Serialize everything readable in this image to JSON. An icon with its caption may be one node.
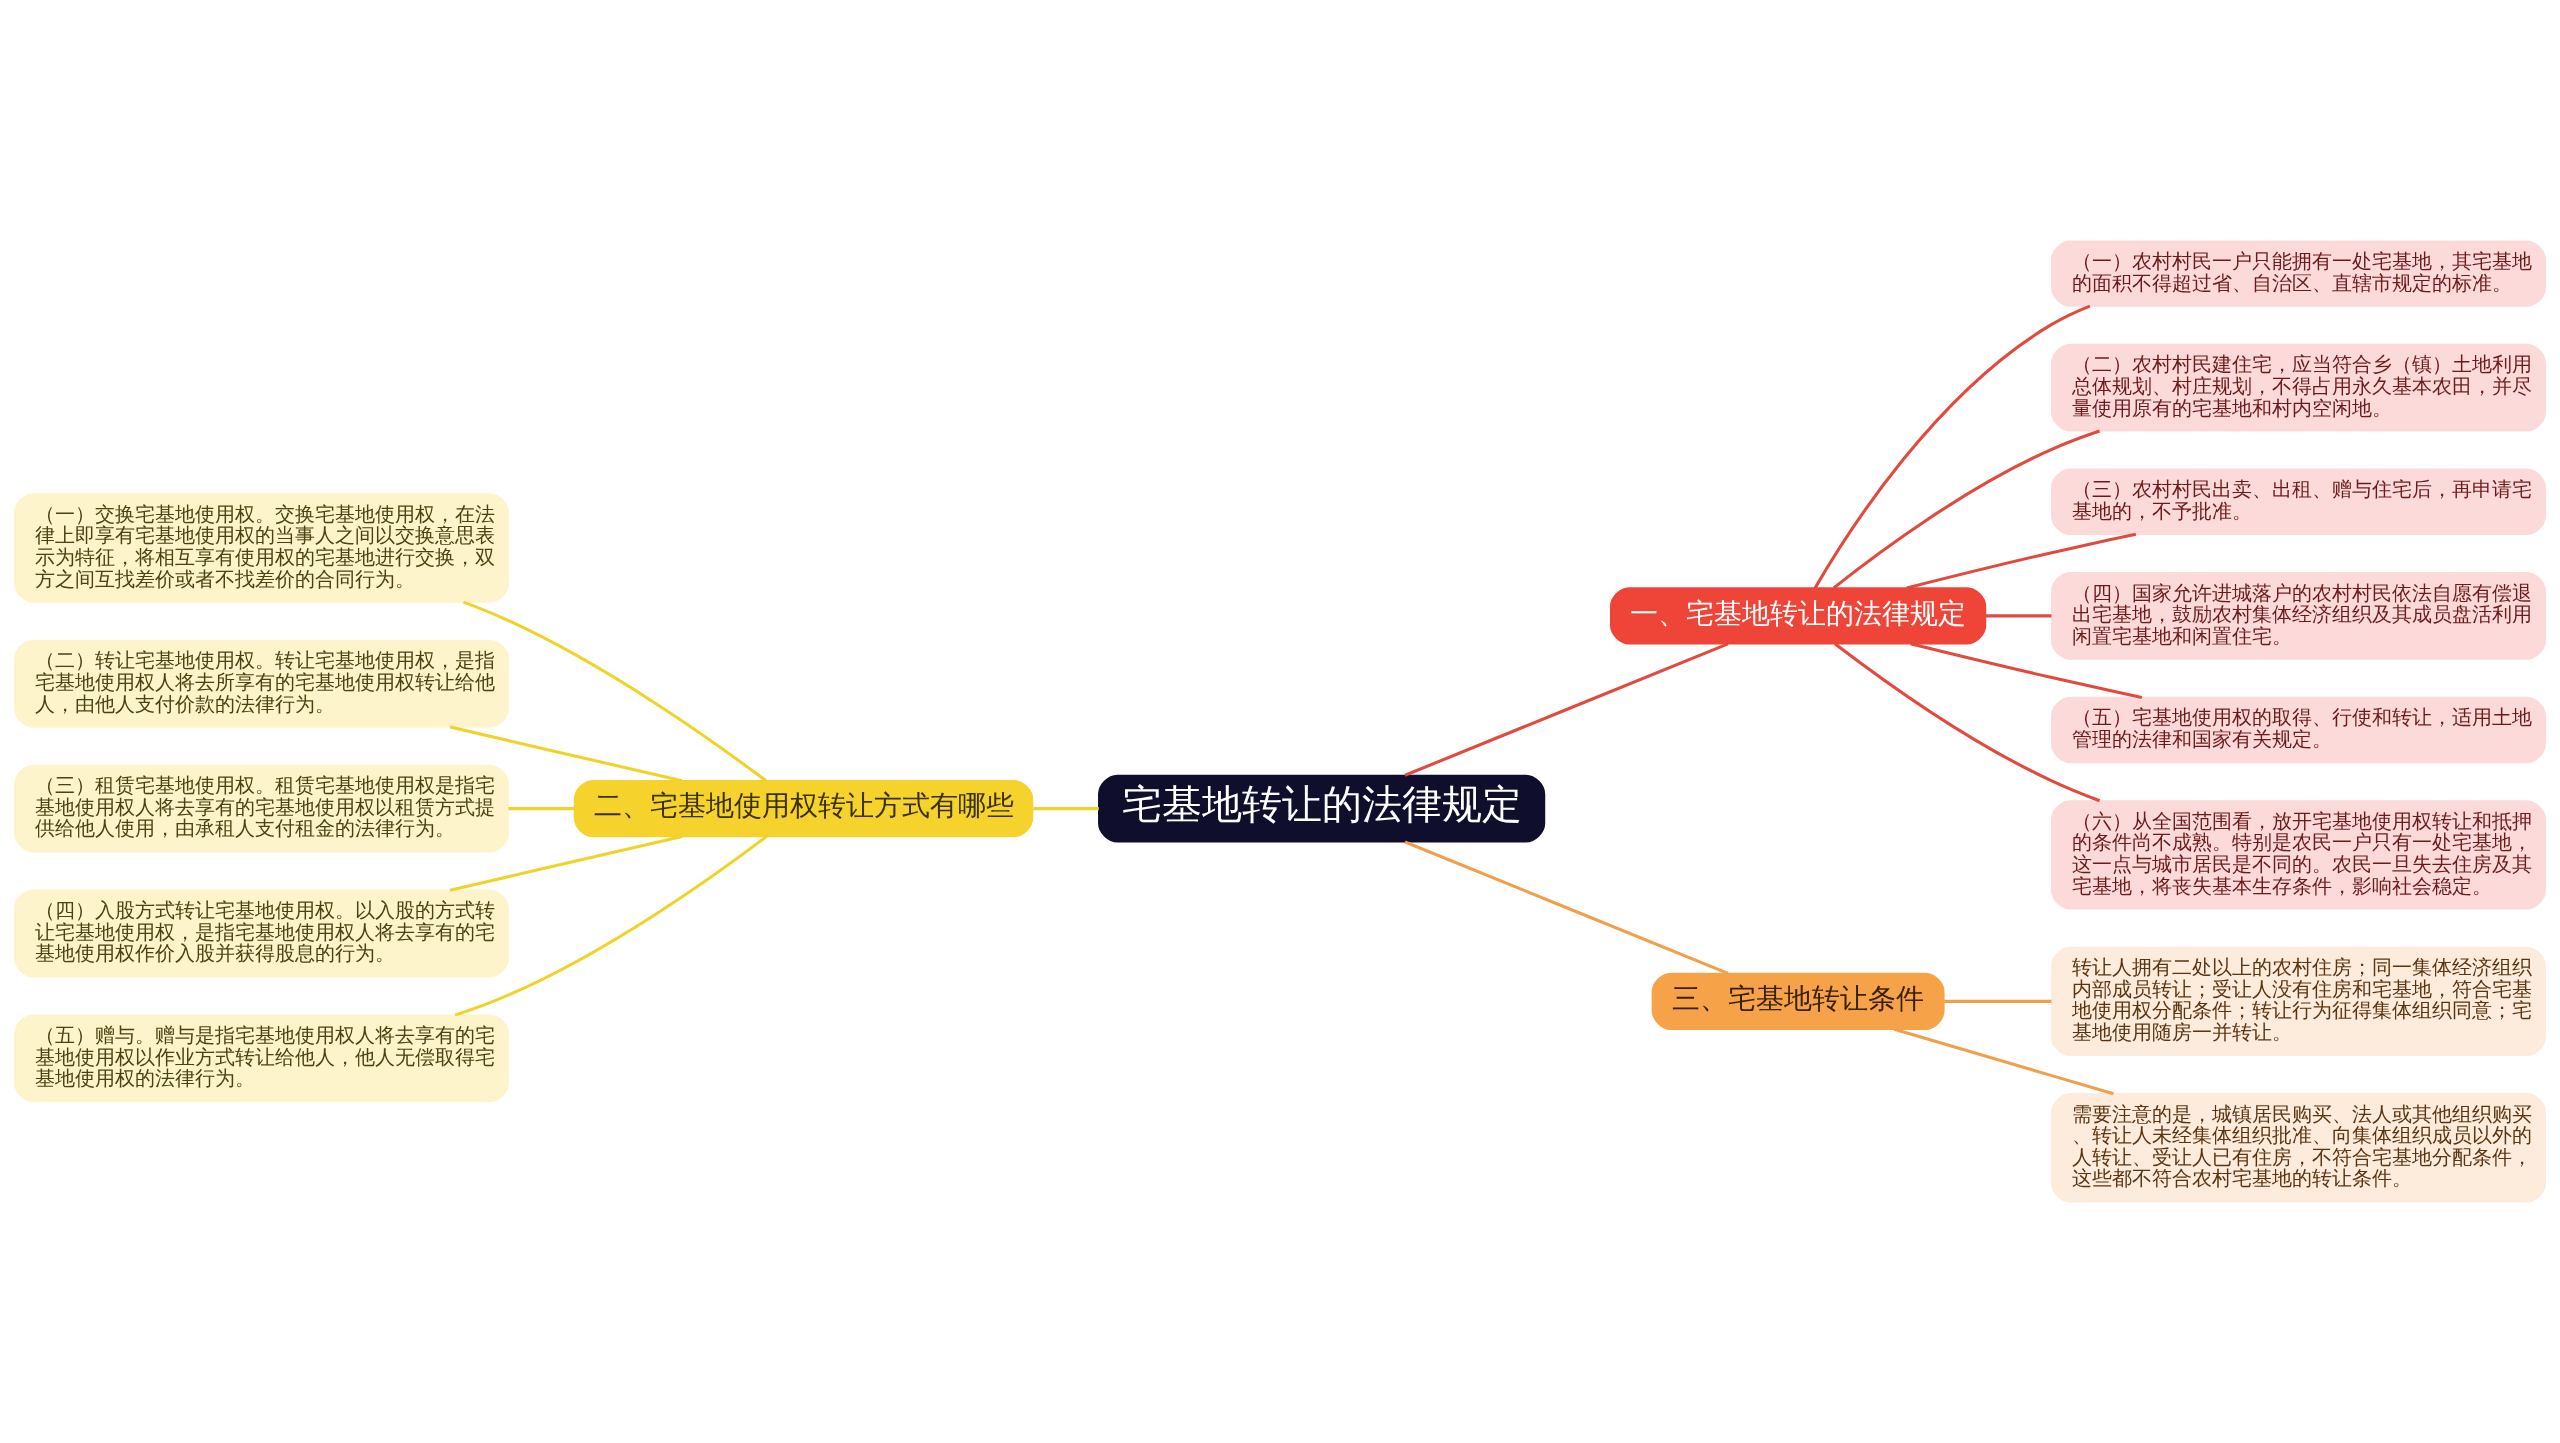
{
  "diagram": {
    "nodes": [
      {
        "text": [
          "宅基地转让的法律规定"
        ]
      },
      {
        "text": [
          "一、宅基地转让的法律规定"
        ]
      },
      {
        "text": [
          "（一）农村村民一户只能拥有一处宅基地，其宅基地的面积不得超过省、自治区、直辖市规定的标准。"
        ]
      },
      {
        "text": [
          "（二）农村村民建住宅，应当符合乡（镇）土地利用总体规划、村庄规划，不得占用永久基本农田，并尽量使用原有的宅基地和村内空闲地。"
        ]
      },
      {
        "text": [
          "（三）农村村民出卖、出租、赠与住宅后，再申请宅基地的，不予批准。"
        ]
      },
      {
        "text": [
          "（四）国家允许进城落户的农村村民依法自愿有偿退出宅基地，鼓励农村集体经济组织及其成员盘活利用闲置宅基地和闲置住宅。"
        ]
      },
      {
        "text": [
          "（五）宅基地使用权的取得、行使和转让，适用土地管理的法律和国家有关规定。"
        ]
      },
      {
        "text": [
          "（六）从全国范围看，放开宅基地使用权转让和抵押的条件尚不成熟。特别是农民一户只有一处宅基地，这一点与城市居民是不同的。农民一旦失去住房及其宅基地，将丧失基本生存条件，影响社会稳定。"
        ]
      },
      {
        "text": [
          "二、宅基地使用权转让方式有哪些"
        ]
      },
      {
        "text": [
          "（一）交换宅基地使用权。交换宅基地使用权，在法律上即享有宅基地使用权的当事人之间以交换意思表示为特征，将相互享有使用权的宅基地进行交换，双方之间互找差价或者不找差价的合同行为。"
        ]
      },
      {
        "text": [
          "（二）转让宅基地使用权。转让宅基地使用权，是指宅基地使用权人将去所享有的宅基地使用权转让给他人，由他人支付价款的法律行为。"
        ]
      },
      {
        "text": [
          "（三）租赁宅基地使用权。租赁宅基地使用权是指宅基地使用权人将去享有的宅基地使用权以租赁方式提供给他人使用，由承租人支付租金的法律行为。"
        ]
      },
      {
        "text": [
          "（四）入股方式转让宅基地使用权。以入股的方式转让宅基地使用权，是指宅基地使用权人将去享有的宅基地使用权作价入股并获得股息的行为。"
        ]
      },
      {
        "text": [
          "（五）赠与。赠与是指宅基地使用权人将去享有的宅基地使用权以作业方式转让给他人，他人无偿取得宅基地使用权的法律行为。"
        ]
      },
      {
        "text": [
          "三、宅基地转让条件"
        ]
      },
      {
        "text": [
          "转让人拥有二处以上的农村住房；同一集体经济组织内部成员转让；受让人没有住房和宅基地，符合宅基地使用权分配条件；转让行为征得集体组织同意；宅基地使用随房一并转让。"
        ]
      },
      {
        "text": [
          "需要注意的是，城镇居民购买、法人或其他组织购买、转让人未经集体组织批准、向集体组织成员以外的人转让、受让人已有住房，不符合宅基地分配条件，这些都不符合农村宅基地的转让条件。"
        ]
      }
    ],
    "edges": [
      {
        "from": 0,
        "to": 1,
        "arrow": "none",
        "color": "#e04a3f"
      },
      {
        "from": 1,
        "to": 2,
        "arrow": "none",
        "color": "#e04a3f"
      },
      {
        "from": 1,
        "to": 3,
        "arrow": "none",
        "color": "#e04a3f"
      },
      {
        "from": 1,
        "to": 4,
        "arrow": "none",
        "color": "#e04a3f"
      },
      {
        "from": 1,
        "to": 5,
        "arrow": "none",
        "color": "#e04a3f"
      },
      {
        "from": 1,
        "to": 6,
        "arrow": "none",
        "color": "#e04a3f"
      },
      {
        "from": 1,
        "to": 7,
        "arrow": "none",
        "color": "#e04a3f"
      },
      {
        "from": 0,
        "to": 8,
        "arrow": "none",
        "color": "#f0d32a"
      },
      {
        "from": 8,
        "to": 9,
        "arrow": "none",
        "color": "#f0d32a"
      },
      {
        "from": 8,
        "to": 10,
        "arrow": "none",
        "color": "#f0d32a"
      },
      {
        "from": 8,
        "to": 11,
        "arrow": "none",
        "color": "#f0d32a"
      },
      {
        "from": 8,
        "to": 12,
        "arrow": "none",
        "color": "#f0d32a"
      },
      {
        "from": 8,
        "to": 13,
        "arrow": "none",
        "color": "#f0d32a"
      },
      {
        "from": 0,
        "to": 14,
        "arrow": "none",
        "color": "#f0a04a"
      },
      {
        "from": 14,
        "to": 15,
        "arrow": "none",
        "color": "#f0a04a"
      },
      {
        "from": 14,
        "to": 16,
        "arrow": "none",
        "color": "#f0a04a"
      }
    ]
  }
}
